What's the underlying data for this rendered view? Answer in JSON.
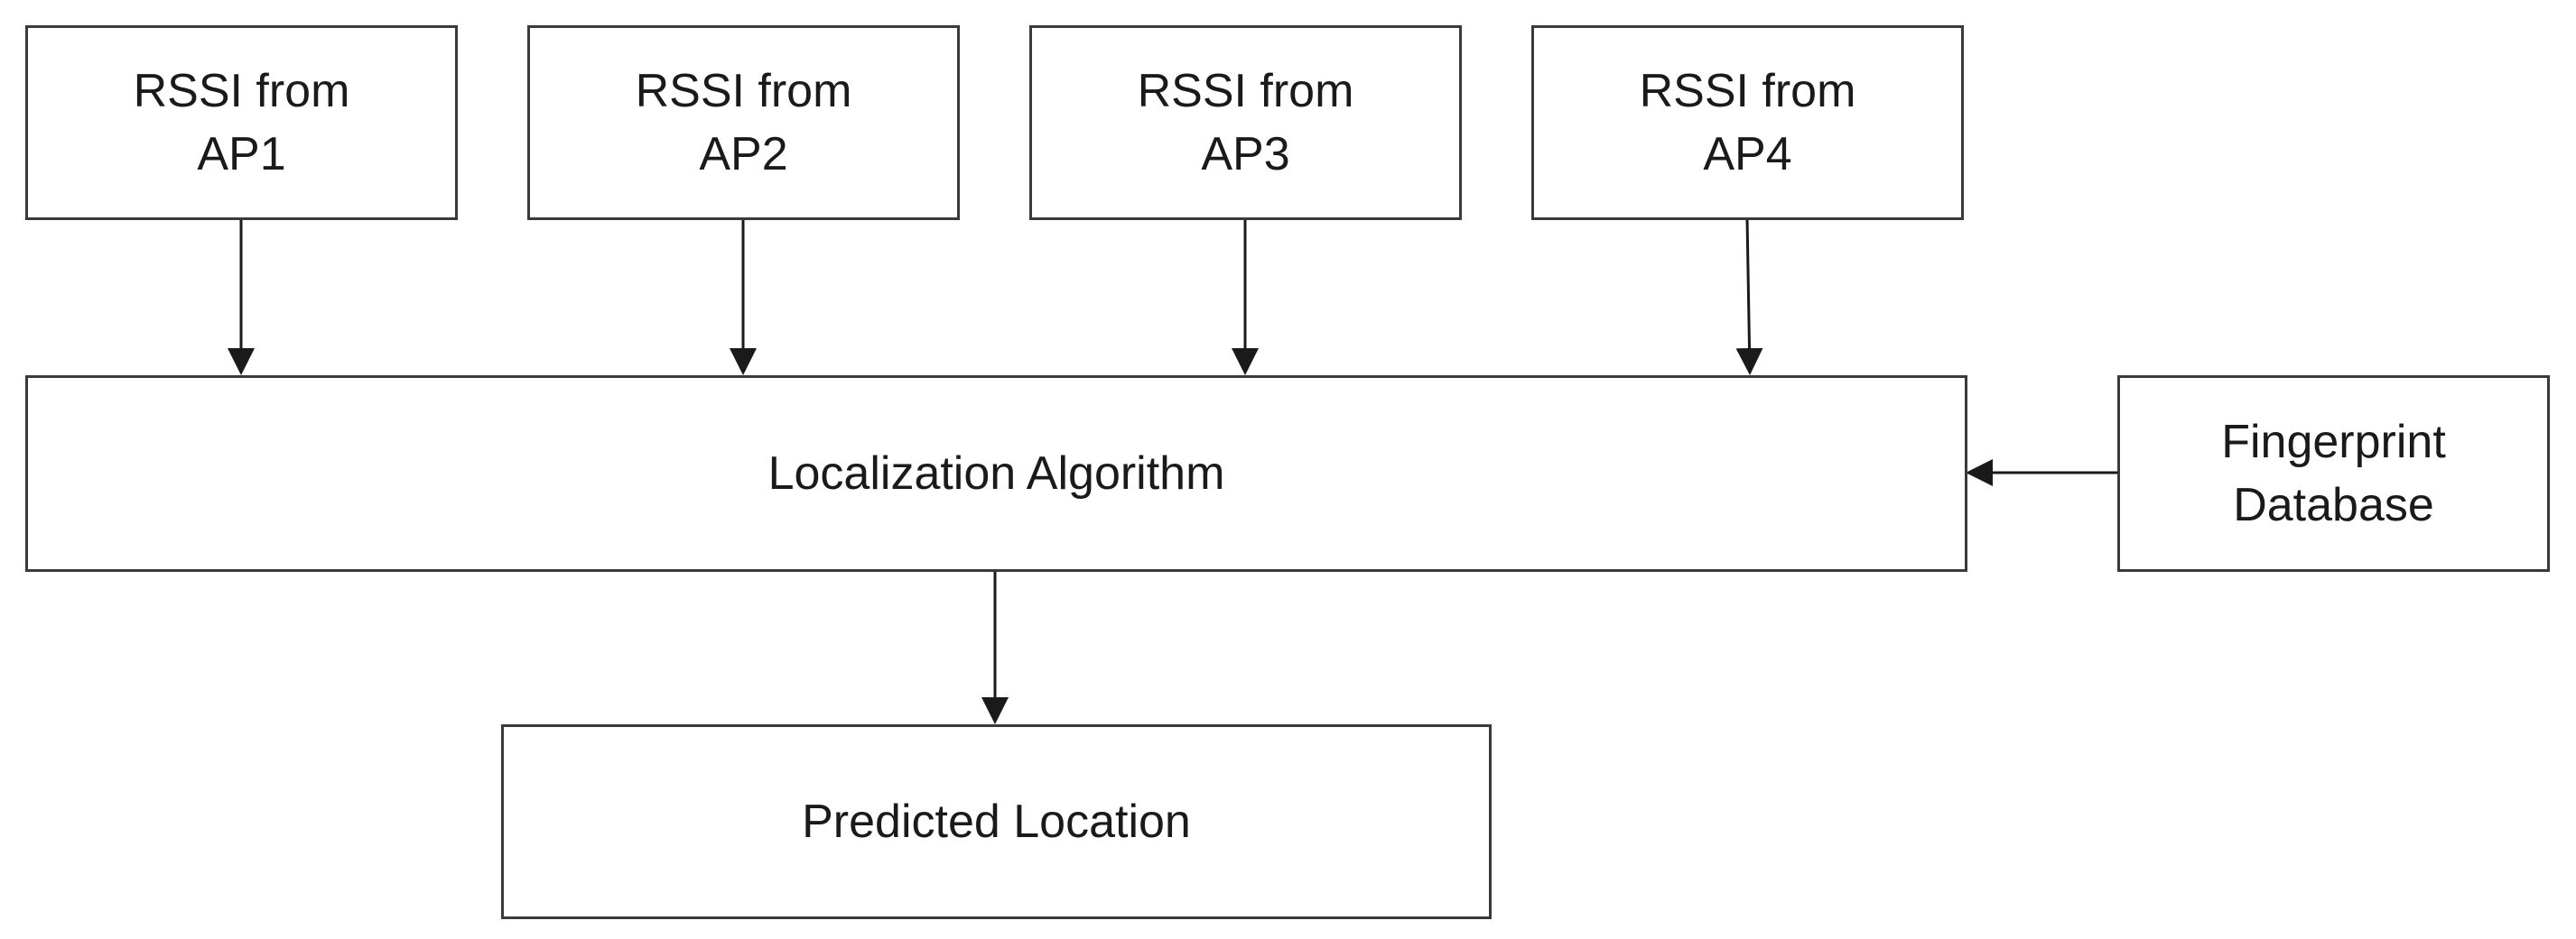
{
  "nodes": {
    "ap1": {
      "label": "RSSI from\nAP1"
    },
    "ap2": {
      "label": "RSSI from\nAP2"
    },
    "ap3": {
      "label": "RSSI from\nAP3"
    },
    "ap4": {
      "label": "RSSI from\nAP4"
    },
    "algorithm": {
      "label": "Localization Algorithm"
    },
    "database": {
      "label": "Fingerprint\nDatabase"
    },
    "prediction": {
      "label": "Predicted Location"
    }
  },
  "edges": [
    {
      "from": "ap1",
      "to": "algorithm"
    },
    {
      "from": "ap2",
      "to": "algorithm"
    },
    {
      "from": "ap3",
      "to": "algorithm"
    },
    {
      "from": "ap4",
      "to": "algorithm"
    },
    {
      "from": "database",
      "to": "algorithm"
    },
    {
      "from": "algorithm",
      "to": "prediction"
    }
  ],
  "colors": {
    "stroke": "#3a3a3a",
    "text": "#1a1a1a",
    "background": "#ffffff"
  }
}
